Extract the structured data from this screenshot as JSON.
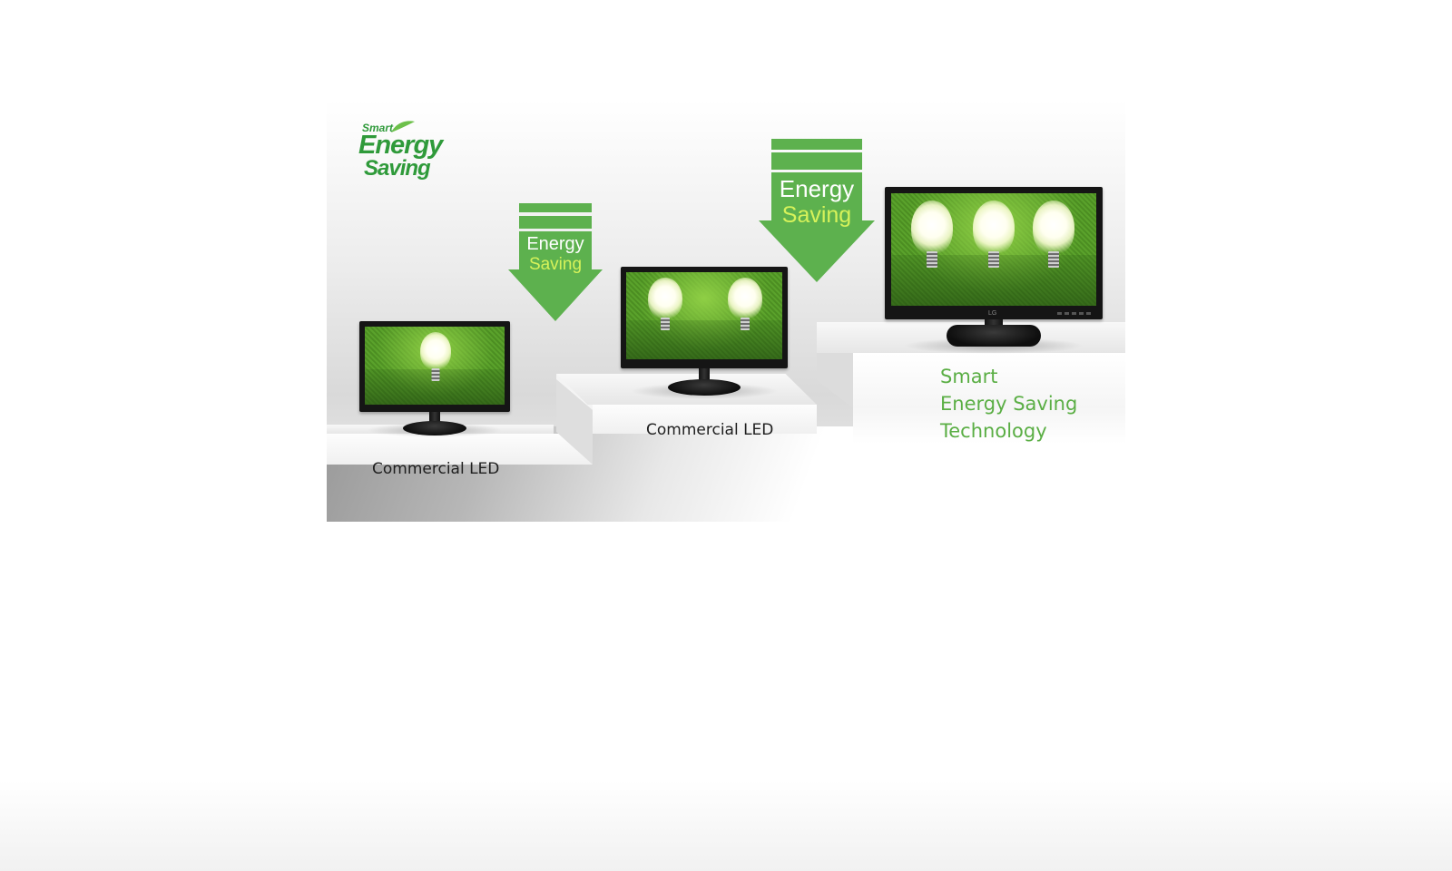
{
  "logo": {
    "smart": "Smart",
    "energy": "Energy",
    "saving": "Saving"
  },
  "arrow_small": {
    "line1": "Energy",
    "line2": "Saving"
  },
  "arrow_large": {
    "line1": "Energy",
    "line2": "Saving"
  },
  "monitors": [
    {
      "label": "Commercial LED",
      "bulbs": 1
    },
    {
      "label": "Commercial LED",
      "bulbs": 2
    },
    {
      "label": "",
      "bulbs": 3,
      "brand": "LG"
    }
  ],
  "technology": {
    "line1": "Smart",
    "line2": "Energy Saving",
    "line3": "Technology"
  },
  "colors": {
    "accent_green": "#5db14e",
    "arrow_text_light": "#d6f25a",
    "tech_text": "#5aae44"
  }
}
